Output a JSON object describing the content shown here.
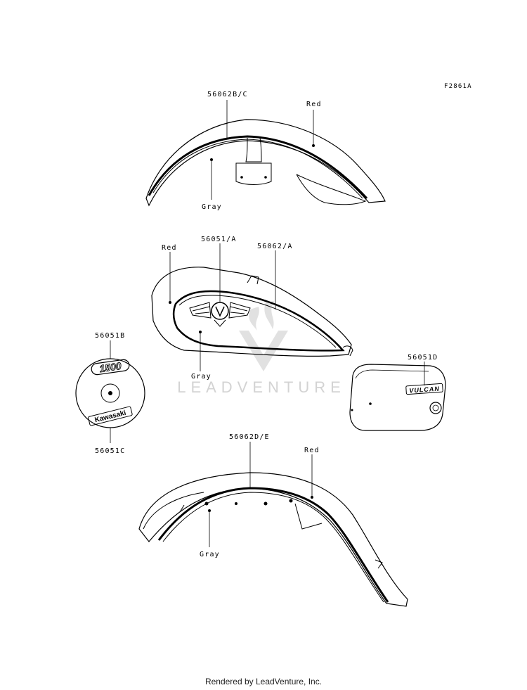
{
  "figure_code": "F2861A",
  "colors": {
    "line": "#000000",
    "watermark": "#d4d4d4",
    "background": "#ffffff"
  },
  "front_fender": {
    "part_stripe": "56062B/C",
    "color_upper": "Red",
    "color_lower": "Gray"
  },
  "fuel_tank": {
    "color_upper": "Red",
    "part_emblem": "56051/A",
    "part_stripe": "56062/A",
    "color_lower": "Gray"
  },
  "round_emblem": {
    "part_top": "56051B",
    "part_bottom": "56051C",
    "badge_text": "1500",
    "brand_text": "Kawasaki"
  },
  "side_cover": {
    "part": "56051D",
    "badge_text": "VULCAN"
  },
  "rear_fender": {
    "part_stripe": "56062D/E",
    "color_upper": "Red",
    "color_lower": "Gray"
  },
  "watermark": {
    "text": "LEADVENTURE",
    "logo_icon": "leadventure-logo-icon"
  },
  "footer": "Rendered by LeadVenture, Inc."
}
